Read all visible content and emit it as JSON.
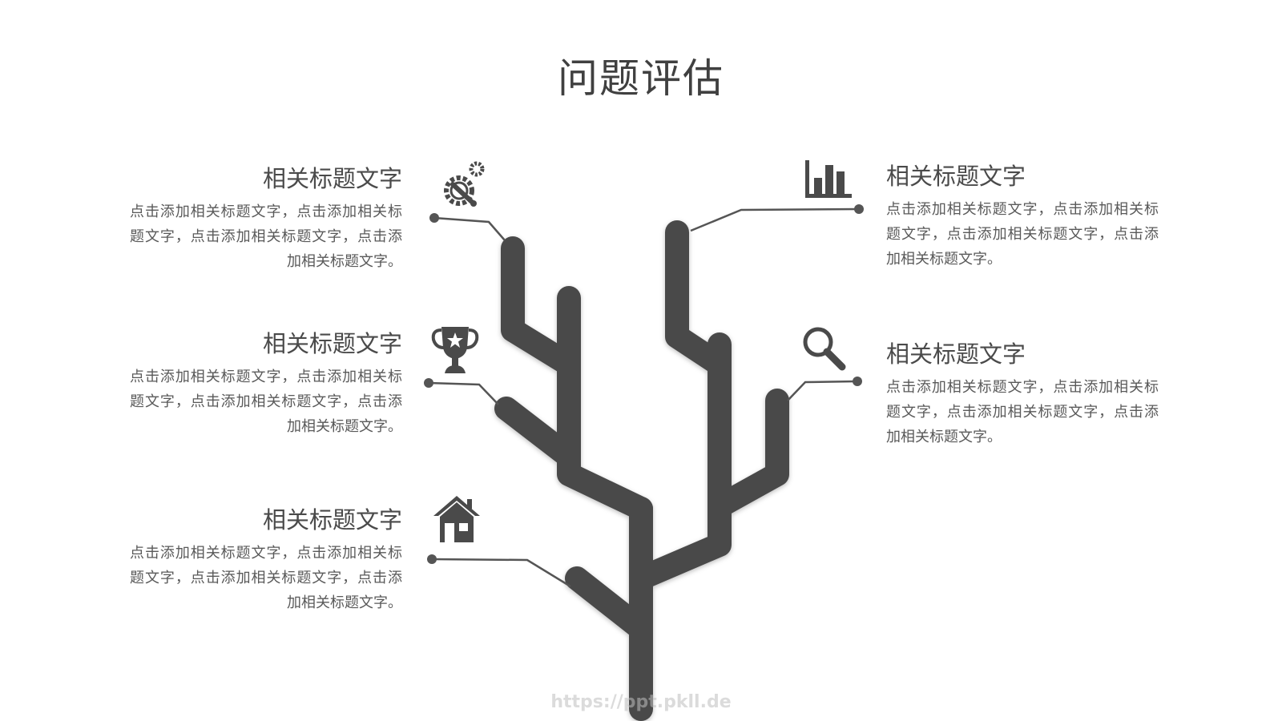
{
  "title": "问题评估",
  "colors": {
    "branch": "#4a4a4a",
    "connector": "#555555",
    "text": "#404040"
  },
  "items": [
    {
      "heading": "相关标题文字",
      "body": "点击添加相关标题文字，点击添加相关标题文字，点击添加相关标题文字，点击添加相关标题文字。",
      "icon": "gear-wrench-icon"
    },
    {
      "heading": "相关标题文字",
      "body": "点击添加相关标题文字，点击添加相关标题文字，点击添加相关标题文字，点击添加相关标题文字。",
      "icon": "trophy-icon"
    },
    {
      "heading": "相关标题文字",
      "body": "点击添加相关标题文字，点击添加相关标题文字，点击添加相关标题文字，点击添加相关标题文字。",
      "icon": "house-icon"
    },
    {
      "heading": "相关标题文字",
      "body": "点击添加相关标题文字，点击添加相关标题文字，点击添加相关标题文字，点击添加相关标题文字。",
      "icon": "bar-chart-icon"
    },
    {
      "heading": "相关标题文字",
      "body": "点击添加相关标题文字，点击添加相关标题文字，点击添加相关标题文字，点击添加相关标题文字。",
      "icon": "magnifier-icon"
    }
  ],
  "watermark": "https://ppt.pkll.de"
}
